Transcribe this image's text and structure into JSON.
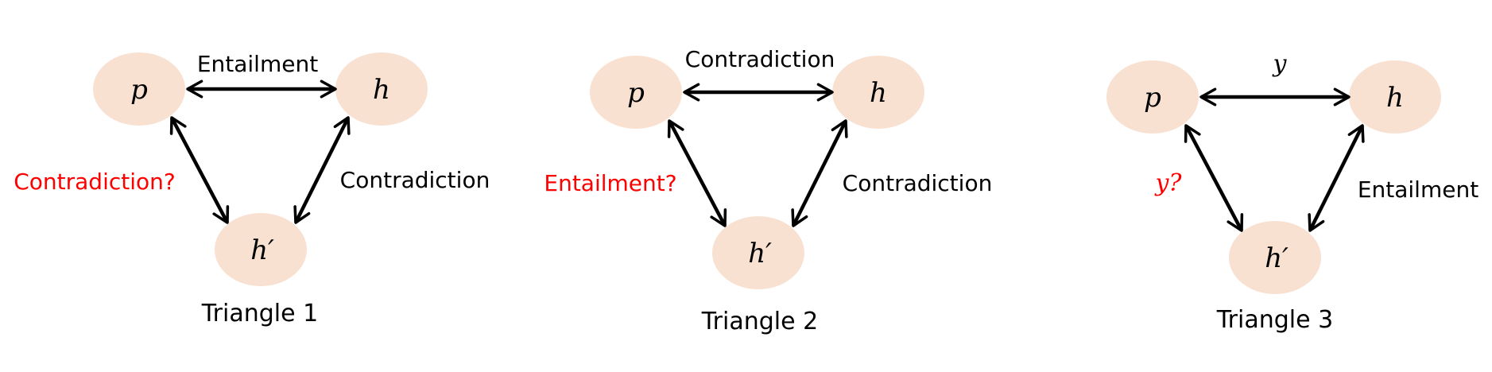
{
  "colors": {
    "node_fill": "#f9e1d2",
    "arrow": "#000000",
    "question": "#ff0000",
    "text": "#000000"
  },
  "triangles": [
    {
      "title": "Triangle 1",
      "nodes": {
        "p": "p",
        "h": "h",
        "hprime": "h′"
      },
      "edges": {
        "p_h": "Entailment",
        "h_hprime": "Contradiction",
        "p_hprime": "Contradiction?"
      }
    },
    {
      "title": "Triangle 2",
      "nodes": {
        "p": "p",
        "h": "h",
        "hprime": "h′"
      },
      "edges": {
        "p_h": "Contradiction",
        "h_hprime": "Contradiction",
        "p_hprime": "Entailment?"
      }
    },
    {
      "title": "Triangle 3",
      "nodes": {
        "p": "p",
        "h": "h",
        "hprime": "h′"
      },
      "edges": {
        "p_h": "y",
        "h_hprime": "Entailment",
        "p_hprime": "y?"
      }
    }
  ]
}
